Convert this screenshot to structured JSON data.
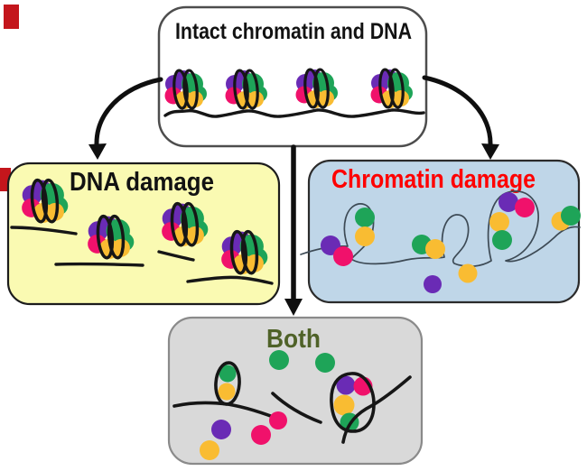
{
  "figure": {
    "boxes": {
      "intact": {
        "title": "Intact chromatin and DNA",
        "bg": "#FFFFFF",
        "border": "#4D4D4D",
        "title_color": "#121212"
      },
      "dna_damage": {
        "title": "DNA damage",
        "bg": "#FAFAB2",
        "border": "#1C1C1C",
        "title_color": "#121212"
      },
      "chromatin_damage": {
        "title": "Chromatin damage",
        "bg": "#BFD6E8",
        "border": "#2B2B2B",
        "title_color": "#FE0000"
      },
      "both": {
        "title": "Both",
        "bg": "#D9D9D9",
        "border": "#8A8A8A",
        "title_color": "#4F6228"
      }
    },
    "colors": {
      "purple": "#6A2BB5",
      "green": "#1EA458",
      "pink": "#F0116B",
      "yellow": "#F9BC32",
      "dna": "#161616",
      "dna_thin": "#3D4A55",
      "arrow": "#0F0F0F",
      "artifact_red": "#C4161C"
    }
  }
}
